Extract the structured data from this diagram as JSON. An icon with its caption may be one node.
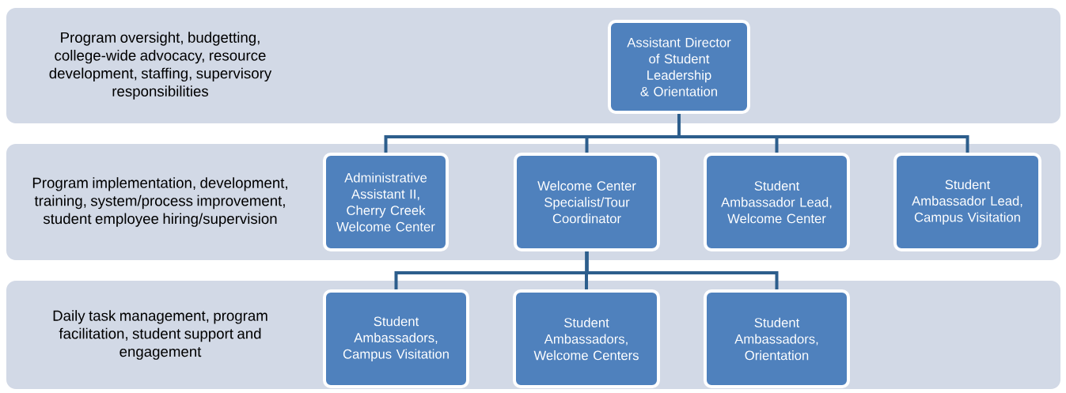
{
  "diagram": {
    "nodes": [
      {
        "text": [
          "Program oversight, budgetting, college-wide advocacy, resource development, staffing, supervisory responsibilities"
        ]
      },
      {
        "text": [
          "Assistant Director of Student Leadership & Orientation"
        ],
        "in": 0
      },
      {
        "text": [
          "Program implementation, development, training, system/process  improvement, student employee hiring/supervision"
        ]
      },
      {
        "text": [
          "Administrative Assistant II, Cherry Creek Welcome Center"
        ],
        "in": 2
      },
      {
        "text": [
          "Welcome Center Specialist/Tour Coordinator"
        ],
        "in": 2
      },
      {
        "text": [
          "Student Ambassador Lead, Welcome Center"
        ],
        "in": 2
      },
      {
        "text": [
          "Student Ambassador Lead, Campus Visitation"
        ],
        "in": 2
      },
      {
        "text": [
          "Daily task management, program facilitation, student support and engagement"
        ]
      },
      {
        "text": [
          "Student Ambassadors, Campus Visitation"
        ],
        "in": 7
      },
      {
        "text": [
          "Student Ambassadors, Welcome Centers"
        ],
        "in": 7
      },
      {
        "text": [
          "Student Ambassadors, Orientation"
        ],
        "in": 7
      }
    ],
    "edges": [
      {
        "from": 1,
        "to": 3,
        "arrow": "none"
      },
      {
        "from": 1,
        "to": 4,
        "arrow": "none"
      },
      {
        "from": 1,
        "to": 5,
        "arrow": "none"
      },
      {
        "from": 1,
        "to": 6,
        "arrow": "none"
      },
      {
        "from": 4,
        "to": 8,
        "arrow": "none"
      },
      {
        "from": 4,
        "to": 9,
        "arrow": "none"
      },
      {
        "from": 4,
        "to": 10,
        "arrow": "none"
      }
    ]
  }
}
